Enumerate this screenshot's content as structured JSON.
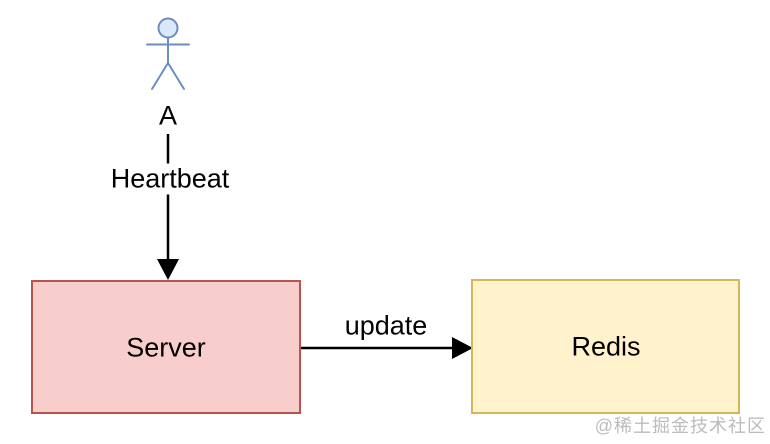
{
  "page": {
    "background": "#ffffff",
    "watermark": "@稀土掘金技术社区"
  },
  "diagram": {
    "actor": {
      "label": "A",
      "fill": "#dae8fc",
      "stroke": "#6c8ebf"
    },
    "nodes": {
      "server": {
        "label": "Server",
        "fill": "#f8cecc",
        "stroke": "#b85450",
        "text_color": "#000000"
      },
      "redis": {
        "label": "Redis",
        "fill": "#fff2cc",
        "stroke": "#d6b656",
        "text_color": "#000000"
      }
    },
    "edges": {
      "heartbeat": {
        "label": "Heartbeat",
        "from": "A",
        "to": "Server",
        "color": "#000000"
      },
      "update": {
        "label": "update",
        "from": "Server",
        "to": "Redis",
        "color": "#000000"
      }
    }
  }
}
